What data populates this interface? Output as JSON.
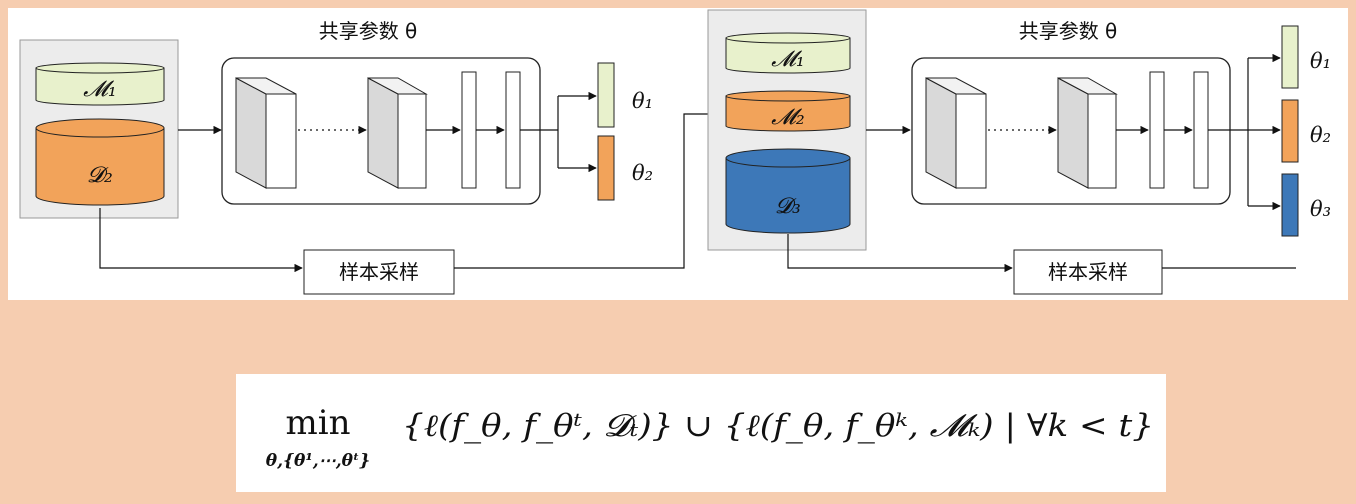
{
  "left_stage": {
    "shared_params_label": "共享参数 θ",
    "memory_label": "𝓜₁",
    "data_label": "𝓓₂",
    "head_labels": [
      "θ₁",
      "θ₂"
    ],
    "sampling_label": "样本采样"
  },
  "right_stage": {
    "shared_params_label": "共享参数 θ",
    "memory_labels": [
      "𝓜₁",
      "𝓜₂"
    ],
    "data_label": "𝓓₃",
    "head_labels": [
      "θ₁",
      "θ₂",
      "θ₃"
    ],
    "sampling_label": "样本采样"
  },
  "formula": {
    "operator": "min",
    "subscript": "θ,{θ¹,⋯,θᵗ}",
    "expression": "{ℓ(f_θ, f_θᵗ, 𝓓ₜ)} ∪ {ℓ(f_θ, f_θᵏ, 𝓜ₖ) | ∀k < t}"
  },
  "colors": {
    "page_background": "#f6cdb0",
    "memory_fill": "#e8f1cc",
    "memory2_fill": "#f2a35a",
    "data2_fill": "#f2a35a",
    "data3_fill": "#3d78b8",
    "head1_fill": "#e8f1cc",
    "head2_fill": "#f2a35a",
    "head3_fill": "#3d78b8",
    "store_panel": "#ececec"
  }
}
